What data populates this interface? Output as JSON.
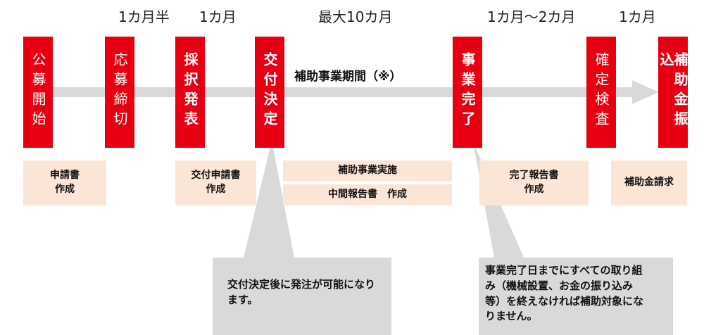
{
  "durations": [
    "1カ月半",
    "1カ月",
    "最大10カ月",
    "1カ月～2カ月",
    "1カ月"
  ],
  "period_label": "補助事業期間（※）",
  "steps": [
    "公募開始",
    "応募締切",
    "採択発表",
    "交付決定",
    "事業完了",
    "確定検査",
    "補助金振込"
  ],
  "tasks": {
    "application": "申請書\n作成",
    "grant_application": "交付申請書\n作成",
    "implementation": "補助事業実施",
    "interim_report": "中間報告書　作成",
    "completion_report": "完了報告書\n作成",
    "claim": "補助金請求"
  },
  "notes": {
    "order_note": "交付決定後に発注が可能になります。",
    "completion_note": "事業完了日までにすべての取り組み（機械設置、お金の振り込み等）を終えなければ補助対象になりません。"
  },
  "colors": {
    "step_red": "#e60012",
    "task_bg": "#fbe5d6",
    "callout_gray": "#d9d9d9"
  }
}
